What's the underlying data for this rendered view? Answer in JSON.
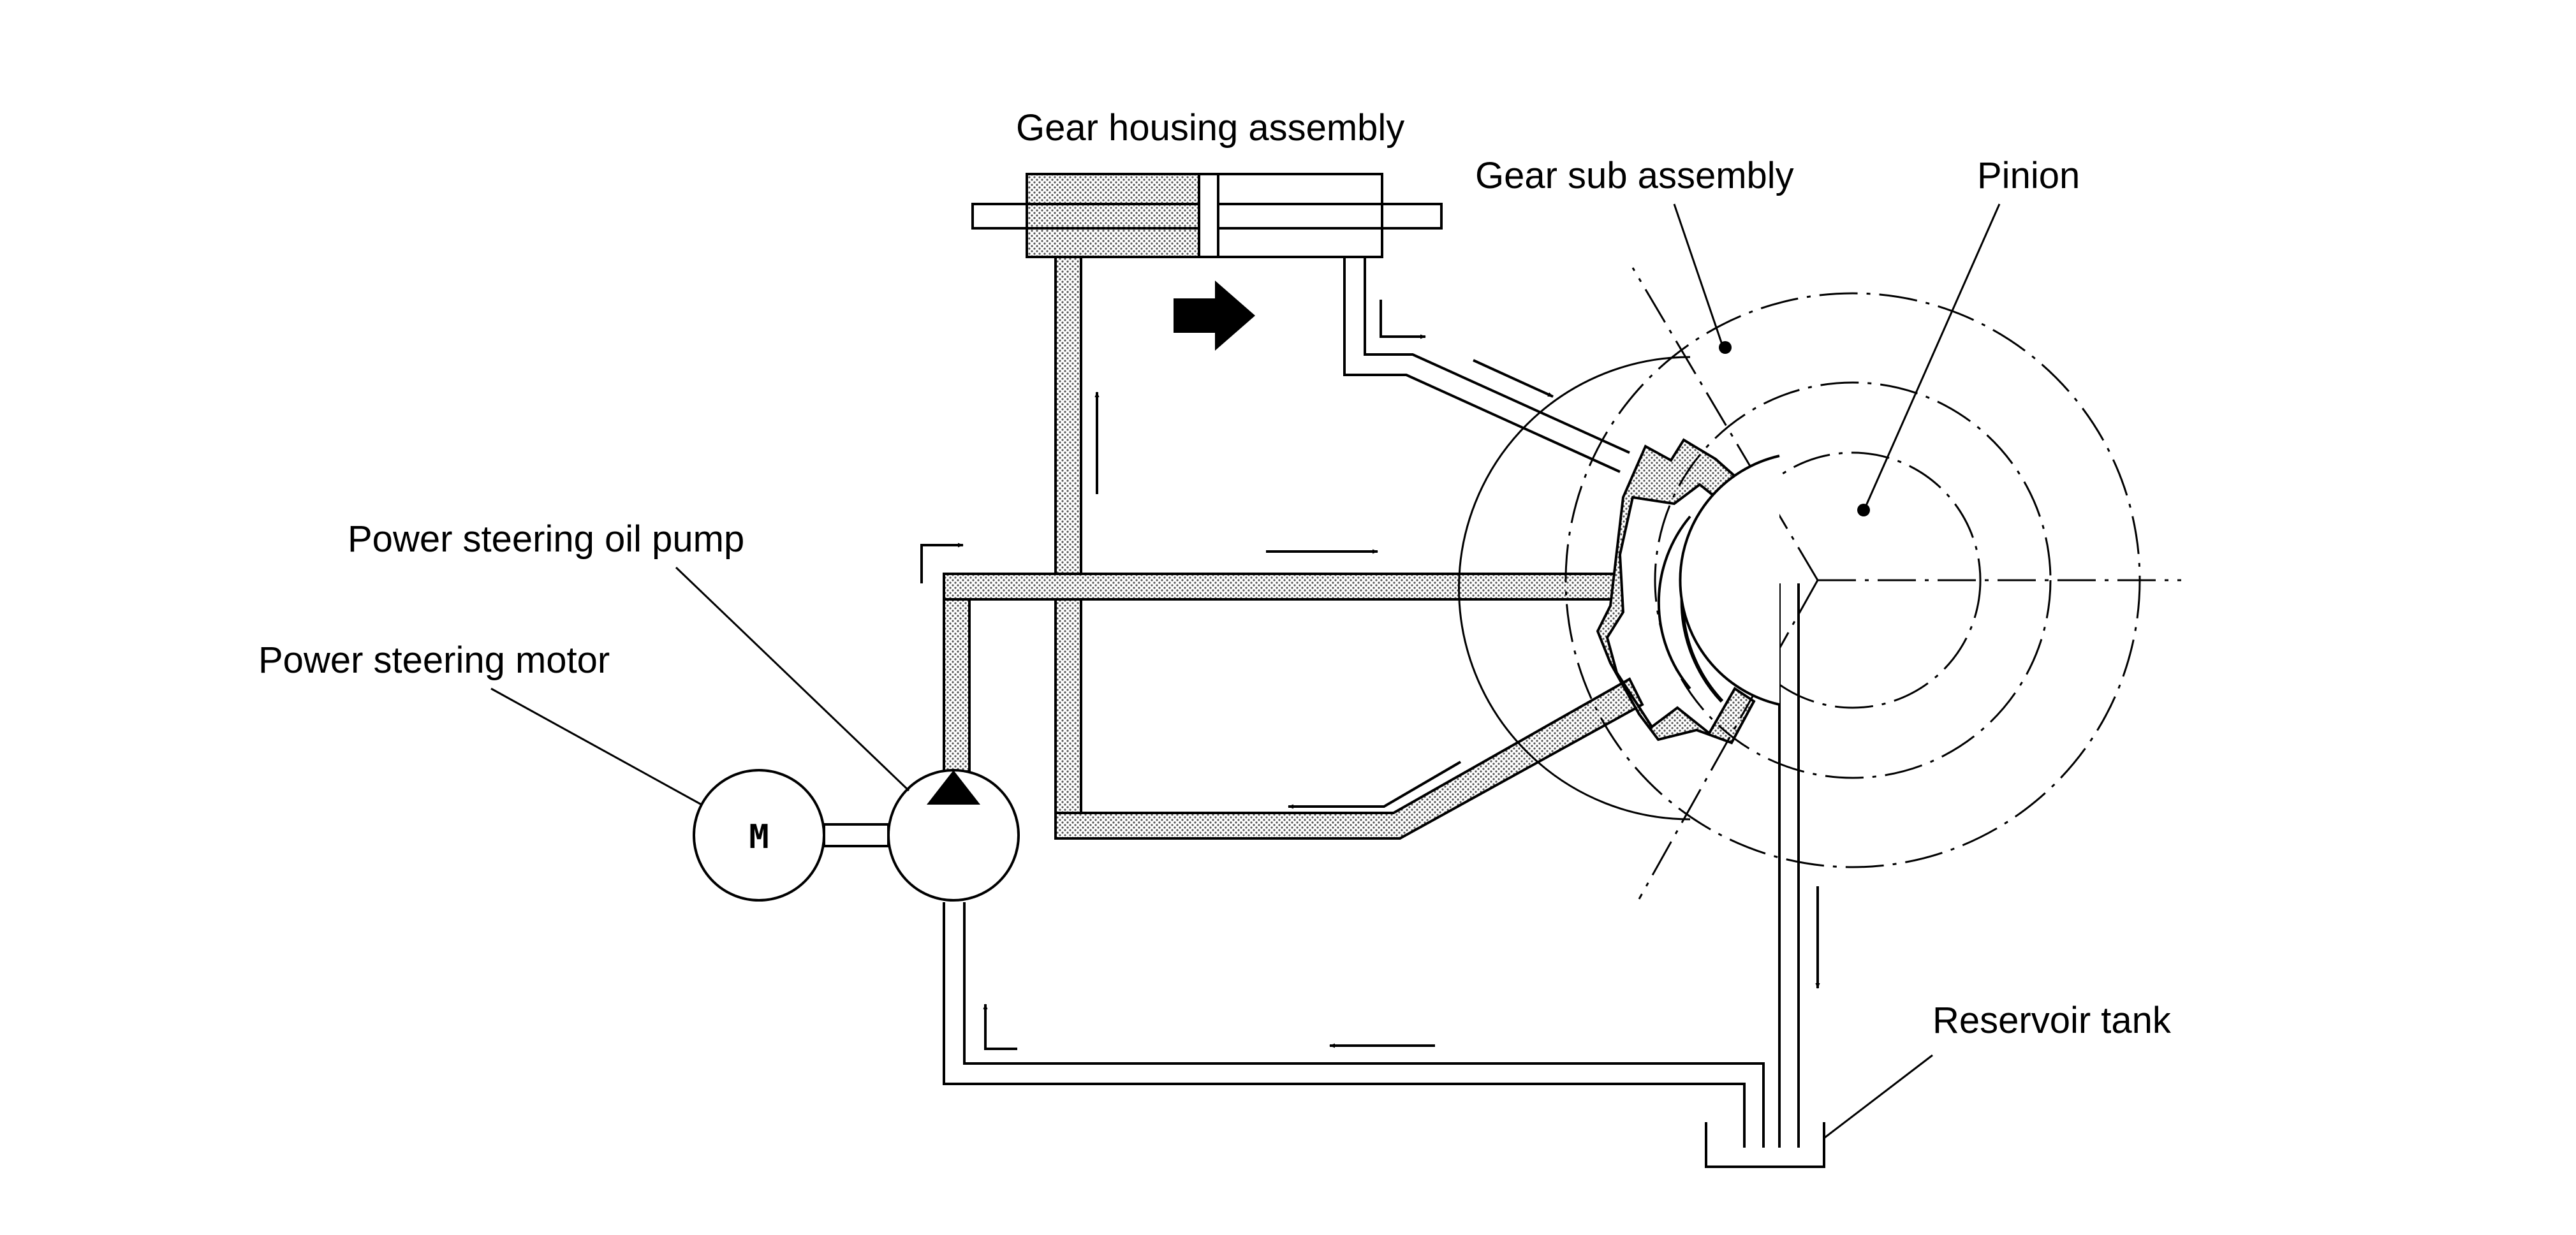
{
  "labels": {
    "gear_housing": "Gear housing assembly",
    "gear_sub": "Gear sub assembly",
    "pinion": "Pinion",
    "oil_pump": "Power steering oil pump",
    "motor": "Power steering motor",
    "reservoir": "Reservoir tank",
    "motor_symbol": "M"
  }
}
